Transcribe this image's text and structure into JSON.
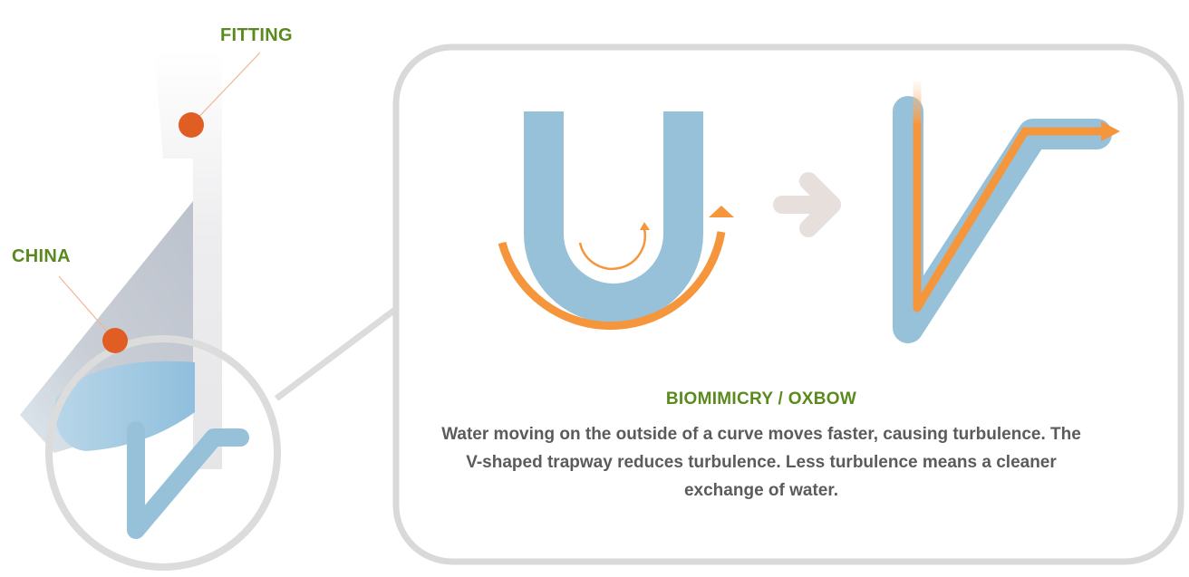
{
  "labels": {
    "fitting": "FITTING",
    "china": "CHINA"
  },
  "caption": {
    "title": "BIOMIMICRY / OXBOW",
    "body": "Water moving on the outside of a curve moves faster, causing turbulence. The V-shaped trapway reduces turbulence. Less turbulence means a cleaner exchange of water."
  },
  "colors": {
    "label_green": "#5a8a1e",
    "marker_orange": "#e05e24",
    "flow_orange": "#f5963c",
    "trap_blue": "#97c1d9",
    "fitting_gray": "#e9e9eb",
    "china_gray": "#c5cad3",
    "outline_gray": "#d9d9d9",
    "arrow_gray": "#e7dfdb",
    "body_text": "#5b5b5b"
  },
  "icons": {
    "transition_arrow": "arrow-right-icon"
  }
}
